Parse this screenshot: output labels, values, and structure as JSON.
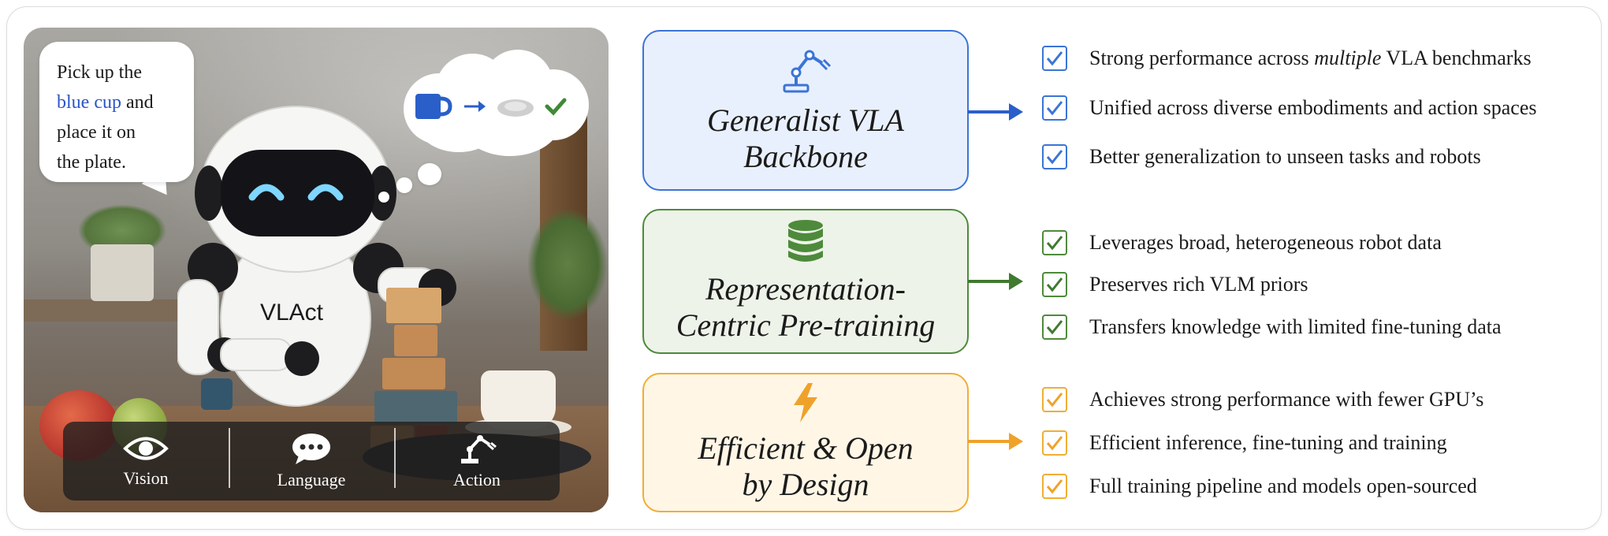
{
  "speech": {
    "line1": "Pick up the",
    "highlight": "blue cup",
    "after_highlight": " and",
    "line3": "place it on",
    "line4": "the plate."
  },
  "robot": {
    "label": "VLAct"
  },
  "modalities": [
    {
      "label": "Vision",
      "icon": "eye-icon"
    },
    {
      "label": "Language",
      "icon": "speech-bubble-icon"
    },
    {
      "label": "Action",
      "icon": "robot-arm-icon"
    }
  ],
  "pillars": [
    {
      "title_lines": [
        "Generalist VLA",
        "Backbone"
      ],
      "icon": "robot-arm-icon",
      "color": "#3b74d6",
      "bullets": [
        {
          "before": "Strong performance across ",
          "em": "multiple",
          "after": " VLA benchmarks"
        },
        {
          "text": "Unified across diverse embodiments and action spaces"
        },
        {
          "text": "Better generalization to unseen tasks and robots"
        }
      ]
    },
    {
      "title_lines": [
        "Representation-",
        "Centric Pre-training"
      ],
      "icon": "database-icon",
      "color": "#4e8a3b",
      "bullets": [
        {
          "text": "Leverages broad, heterogeneous robot data"
        },
        {
          "text": "Preserves rich VLM priors"
        },
        {
          "text": "Transfers knowledge with limited fine-tuning data"
        }
      ]
    },
    {
      "title_lines": [
        "Efficient & Open",
        "by Design"
      ],
      "icon": "lightning-icon",
      "color": "#efae35",
      "bullets": [
        {
          "text": "Achieves strong performance with fewer GPU’s"
        },
        {
          "text": "Efficient inference, fine-tuning and training"
        },
        {
          "text": "Full training pipeline and models open-sourced"
        }
      ]
    }
  ]
}
